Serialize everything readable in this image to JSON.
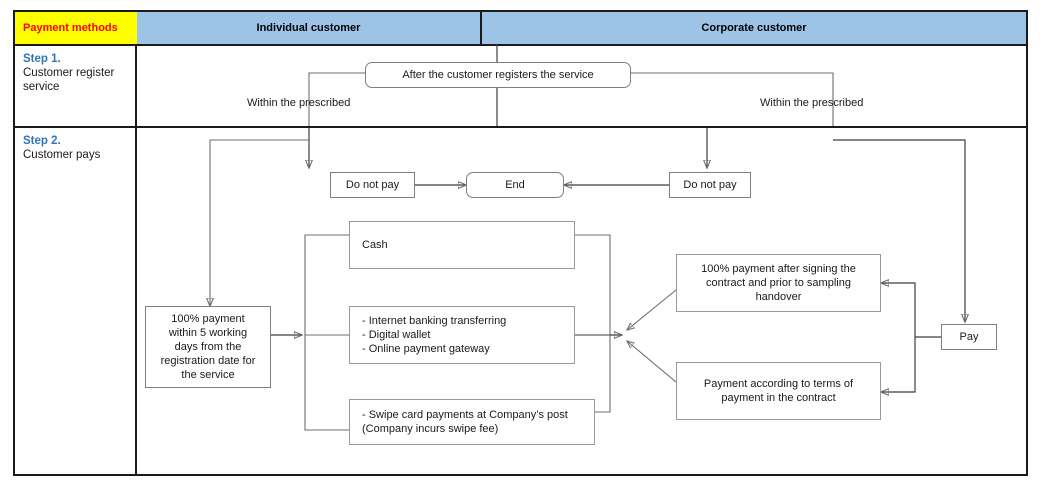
{
  "table": {
    "header": {
      "row_label": "Payment methods",
      "columns": [
        "Individual customer",
        "Corporate customer"
      ]
    },
    "rows": [
      {
        "title": "Step 1.",
        "subtitle": "Customer register\nservice"
      },
      {
        "title": "Step 2.",
        "subtitle": "Customer pays"
      }
    ]
  },
  "flow": {
    "start": "After the customer registers the service",
    "branch_label_left": "Within the prescribed",
    "branch_label_right": "Within the prescribed",
    "do_not_pay_left": "Do not pay",
    "do_not_pay_right": "Do not pay",
    "end": "End",
    "pay": "Pay",
    "individual_payment": "100% payment\nwithin 5 working\ndays from the\nregistration date for\nthe service",
    "method_cash": "Cash",
    "method_online": "- Internet banking transferring\n- Digital wallet\n- Online payment gateway",
    "method_swipe": "- Swipe card payments at Company’s post\n   (Company incurs swipe fee)",
    "corporate_full": "100% payment after signing the\ncontract and prior to sampling\nhandover",
    "corporate_terms": "Payment according to terms of\npayment in the contract"
  },
  "colors": {
    "header_yellow": "#ffff00",
    "header_yellow_text": "#ff0000",
    "header_blue": "#9dc3e6",
    "step_title": "#2e75b6",
    "line": "#6f6f6f",
    "box_border": "#9a9a9a"
  }
}
